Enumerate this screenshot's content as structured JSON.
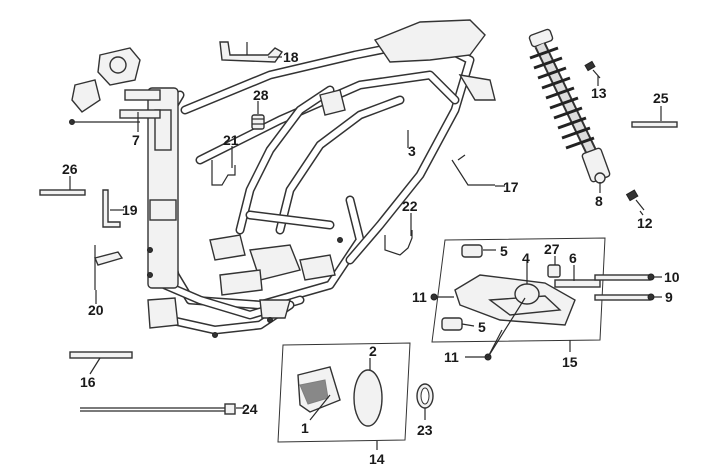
{
  "callouts": {
    "p1": "1",
    "p2": "2",
    "p3": "3",
    "p4": "4",
    "p5a": "5",
    "p5b": "5",
    "p6": "6",
    "p7": "7",
    "p8": "8",
    "p9": "9",
    "p10": "10",
    "p11a": "11",
    "p11b": "11",
    "p12": "12",
    "p13": "13",
    "p14": "14",
    "p15": "15",
    "p16": "16",
    "p17": "17",
    "p18": "18",
    "p19": "19",
    "p20": "20",
    "p21": "21",
    "p22": "22",
    "p23": "23",
    "p24": "24",
    "p25": "25",
    "p26": "26",
    "p27": "27",
    "p28": "28"
  }
}
